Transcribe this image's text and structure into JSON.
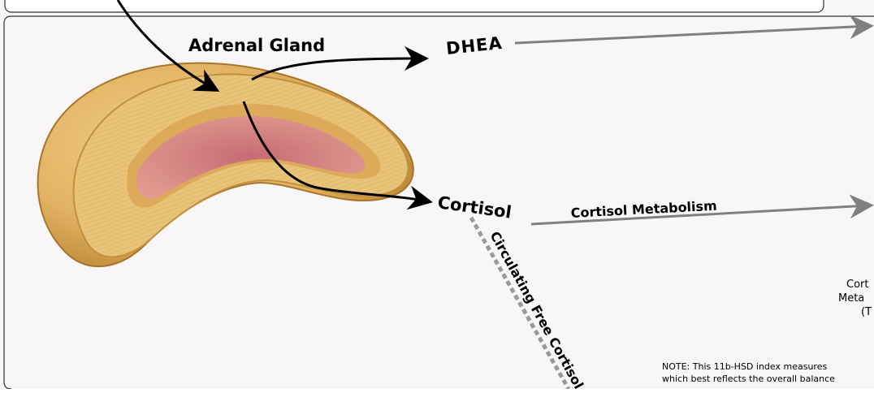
{
  "diagram": {
    "gland_label": "Adrenal Gland",
    "dhea_label": "DHEA",
    "cortisol_label": "Cortisol",
    "metabolism_label": "Cortisol Metabolism",
    "circulating_label": "Circulating Free Cortisol",
    "side_label_lines": [
      "Cort",
      "Meta",
      "(T"
    ],
    "note_lines": [
      "NOTE: This 11b-HSD index measures",
      "which best reflects the overall balance"
    ]
  },
  "colors": {
    "background": "#f8f6f7",
    "arrow_gray": "#808080",
    "gland_outer": "#e0b15e",
    "gland_cortex": "#e8c47a",
    "gland_medulla": "#cf7f82",
    "text": "#000000"
  }
}
